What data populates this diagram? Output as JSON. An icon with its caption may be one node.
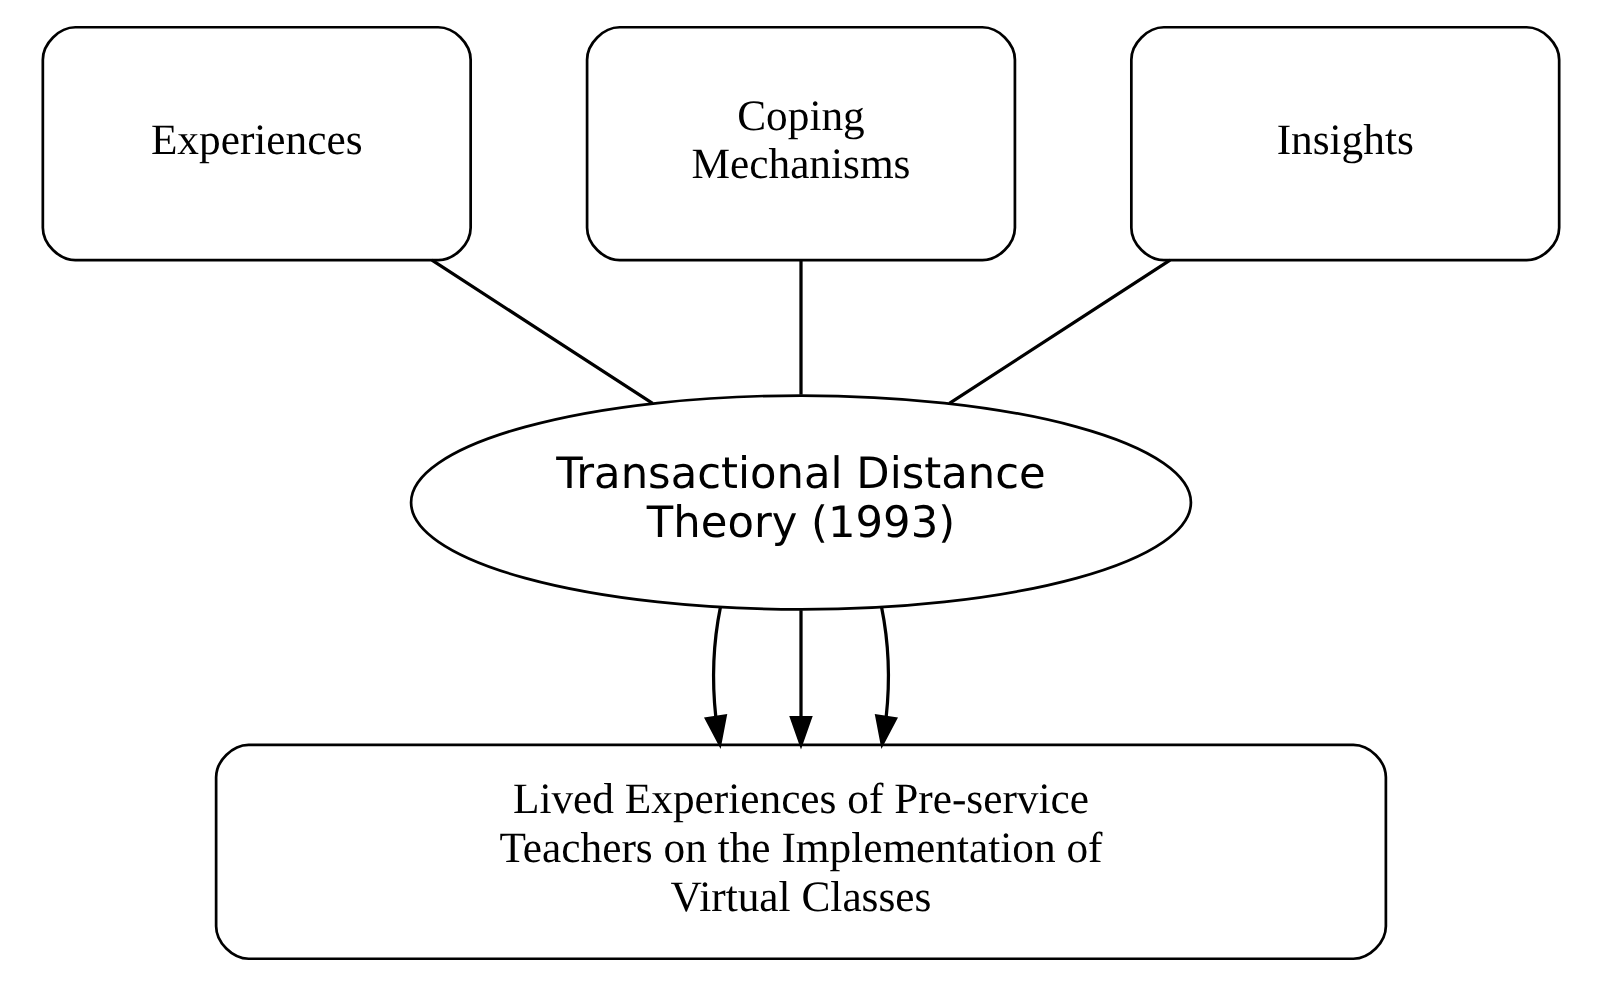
{
  "diagram": {
    "nodes": [
      {
        "text": [
          "Experiences"
        ]
      },
      {
        "text": [
          "Coping Mechanisms"
        ]
      },
      {
        "text": [
          "Insights"
        ]
      },
      {
        "text": [
          "Transactional Distance Theory (1993)"
        ]
      },
      {
        "text": [
          "Lived Experiences of Pre-service Teachers on the Implementation of Virtual Classes"
        ]
      }
    ],
    "edges": [
      {
        "from": 0,
        "to": 3,
        "arrow": "none"
      },
      {
        "from": 1,
        "to": 3,
        "arrow": "none"
      },
      {
        "from": 2,
        "to": 3,
        "arrow": "none"
      },
      {
        "from": 3,
        "to": 4,
        "arrow": "to"
      },
      {
        "from": 3,
        "to": 4,
        "arrow": "to"
      },
      {
        "from": 3,
        "to": 4,
        "arrow": "to"
      }
    ]
  }
}
